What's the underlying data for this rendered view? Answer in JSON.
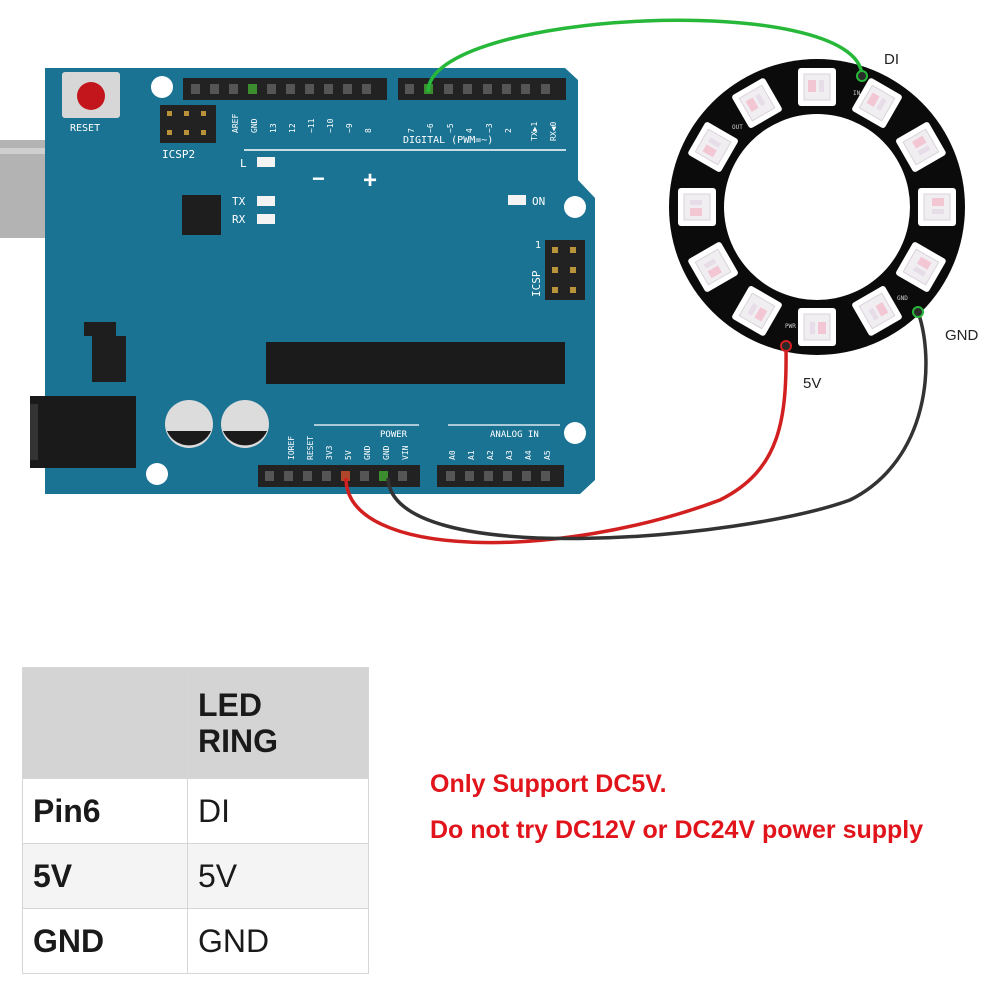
{
  "arduino": {
    "reset_label": "RESET",
    "icsp2_label": "ICSP2",
    "icsp_label": "ICSP",
    "icsp_pin1": "1",
    "led_l": "L",
    "led_tx": "TX",
    "led_rx": "RX",
    "led_on": "ON",
    "minus": "−",
    "plus": "+",
    "digital_header": "DIGITAL (PWM=~)",
    "power_header": "POWER",
    "analog_header": "ANALOG IN",
    "digital_pins_left": [
      "AREF",
      "GND",
      "13",
      "12",
      "~11",
      "~10",
      "~9",
      "8"
    ],
    "digital_pins_right": [
      "7",
      "~6",
      "~5",
      "4",
      "~3",
      "2",
      "TX▶1",
      "RX◀0"
    ],
    "power_pins": [
      "IOREF",
      "RESET",
      "3V3",
      "5V",
      "GND",
      "GND",
      "VIN"
    ],
    "analog_pins": [
      "A0",
      "A1",
      "A2",
      "A3",
      "A4",
      "A5"
    ]
  },
  "ring": {
    "di_label": "DI",
    "gnd_label": "GND",
    "v5_label": "5V",
    "silk_in": "IN",
    "silk_out": "OUT",
    "silk_pwr": "PWR",
    "silk_gnd": "GND"
  },
  "wires": {
    "signal_color": "#27b83a",
    "power_color": "#d21f1f",
    "ground_color": "#333333"
  },
  "table": {
    "header_col1": "",
    "header_col2": "LED\nRING",
    "rows": [
      {
        "pin": "Pin6",
        "ring": "DI"
      },
      {
        "pin": "5V",
        "ring": "5V"
      },
      {
        "pin": "GND",
        "ring": "GND"
      }
    ]
  },
  "notes": {
    "line1": "Only Support DC5V.",
    "line2": "Do not try DC12V or DC24V power supply"
  }
}
